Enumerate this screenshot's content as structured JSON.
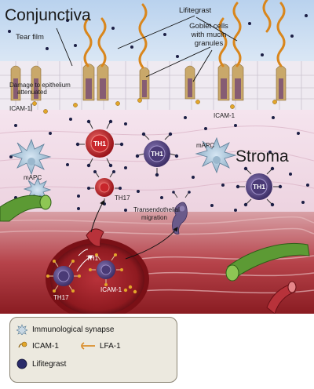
{
  "labels": {
    "conjunctiva": "Conjunctiva",
    "tear_film": "Tear film",
    "lifitegrast": "Lifitegrast",
    "goblet_cells_1": "Goblet cells",
    "goblet_cells_2": "with mucin",
    "goblet_cells_3": "granules",
    "damage_1": "Damage to epithelium",
    "damage_2": "attenuated",
    "icam1_left": "ICAM-1",
    "icam1_right": "ICAM-1",
    "icam1_vessel": "ICAM-1",
    "th1_a": "TH1",
    "th1_b": "TH1",
    "th1_c": "TH1",
    "th1_vessel": "TH1",
    "mapc_left": "mAPC",
    "mapc_right": "mAPC",
    "stroma": "Stroma",
    "th17": "TH17",
    "th17_vessel": "TH17",
    "transendo_1": "Transendothelial",
    "transendo_2": "migration"
  },
  "legend": {
    "synapse": "Immunological synapse",
    "icam": "ICAM-1",
    "lfa": "LFA-1",
    "lifitegrast": "Lifitegrast"
  },
  "colors": {
    "tear_film": "#cfe0f3",
    "epithelium": "#efeaf0",
    "stroma": "#f2dde8",
    "vessel": "#b01f26",
    "th1_purple": "#5a4a86",
    "th_red": "#c8262b",
    "lifitegrast_dot": "#1c1f45",
    "icam_gold": "#e2a62a",
    "mucin_orange": "#d9861c"
  }
}
